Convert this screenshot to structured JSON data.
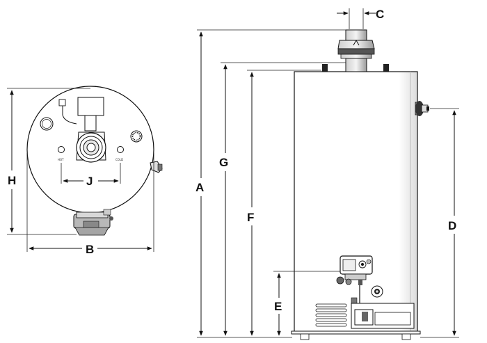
{
  "figure": {
    "labels": {
      "A": "A",
      "B": "B",
      "C": "C",
      "D": "D",
      "E": "E",
      "F": "F",
      "G": "G",
      "H": "H",
      "J": "J"
    },
    "valve_labels": {
      "hot": "HOT",
      "cold": "COLD"
    }
  }
}
